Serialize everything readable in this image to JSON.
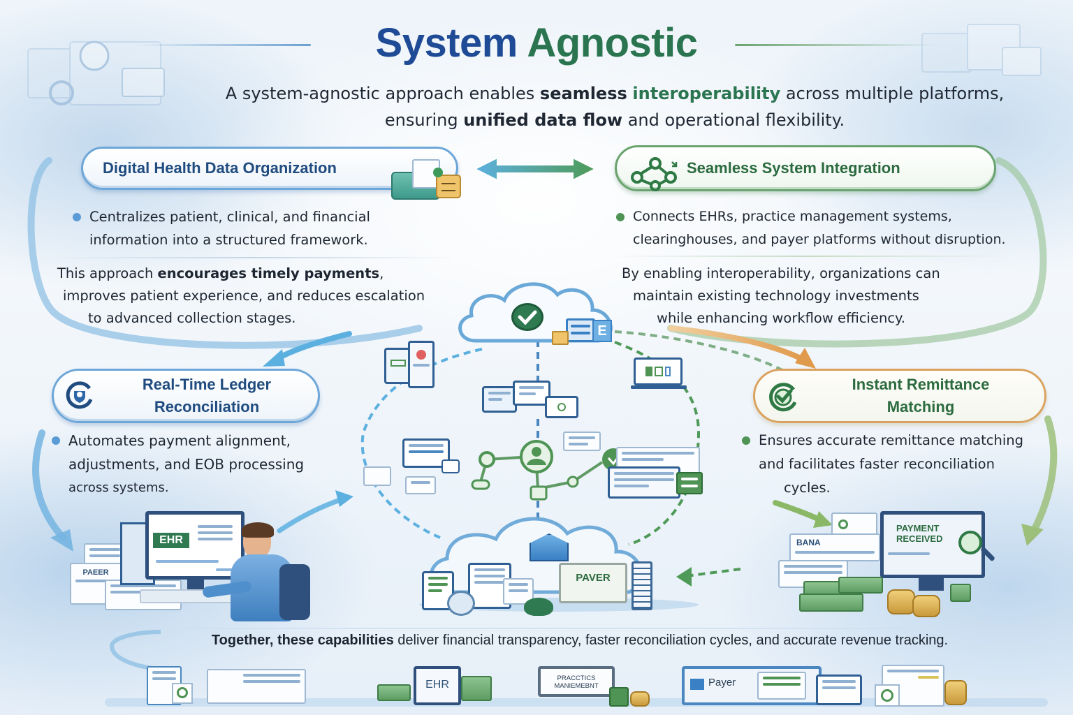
{
  "header": {
    "title_part1": "System",
    "title_part2": "Agnostic",
    "subtitle": {
      "line1_a": "A system-agnostic approach enables ",
      "line1_bold": "seamless",
      "line1_green": "interoperability",
      "line1_b": " across multiple platforms,",
      "line2_a": "ensuring ",
      "line2_bold": "unified data flow",
      "line2_b": " and operational flexibility."
    }
  },
  "sections": {
    "digital_health": {
      "title": "Digital Health Data Organization",
      "icon": "folder-documents-icon",
      "bullet": "Centralizes patient, clinical, and financial information into a structured framework.",
      "bullet_line1": "Centralizes patient, clinical, and financial",
      "bullet_line2": "information into a structured framework.",
      "para_a": "This approach ",
      "para_bold": "encourages timely payments",
      "para_b": ",",
      "para_line2": "improves patient experience, and reduces escalation",
      "para_line3": "to advanced collection stages."
    },
    "seamless_integration": {
      "title": "Seamless System Integration",
      "icon": "network-nodes-icon",
      "bullet_line1": "Connects EHRs, practice management systems,",
      "bullet_line2": "clearinghouses, and payer platforms without disruption.",
      "para_line1": "By enabling interoperability, organizations can",
      "para_line2": "maintain existing technology investments",
      "para_line3": "while enhancing workflow efficiency."
    },
    "ledger_reconciliation": {
      "title_line1": "Real-Time Ledger",
      "title_line2": "Reconciliation",
      "icon": "shield-refresh-icon",
      "bullet_line1": "Automates payment alignment,",
      "bullet_line2": "adjustments, and EOB processing",
      "bullet_line3": "across systems."
    },
    "remittance_matching": {
      "title_line1": "Instant Remittance",
      "title_line2": "Matching",
      "icon": "check-circle-icon",
      "bullet_line1": "Ensures accurate remittance matching",
      "bullet_line2": "and facilitates faster reconciliation",
      "bullet_line3": "cycles."
    }
  },
  "illustrations": {
    "cloud_hub_icon": "cloud-check-icon",
    "cloud_hub_badge": "E",
    "ehr_workstation_label": "EHR",
    "ehr_workstation_paper": "PAEER",
    "payer_cloud_label": "PAVER",
    "payment_monitor_label_line1": "PAYMENT",
    "payment_monitor_label_line2": "RECEIVED",
    "bank_doc_label": "BANA"
  },
  "footer": {
    "bold": "Together, these capabilities",
    "text": " deliver financial transparency, faster reconciliation cycles, and accurate revenue tracking.",
    "systems": {
      "ehr": "EHR",
      "practice_line1": "PRACCTICS",
      "practice_line2": "MANIEMEBNT",
      "payer": "Payer"
    }
  },
  "colors": {
    "title_blue": "#1f4b96",
    "title_green": "#2a7550",
    "accent_blue": "#5a9bd6",
    "accent_green": "#4f9454",
    "accent_orange": "#d9a25e"
  }
}
